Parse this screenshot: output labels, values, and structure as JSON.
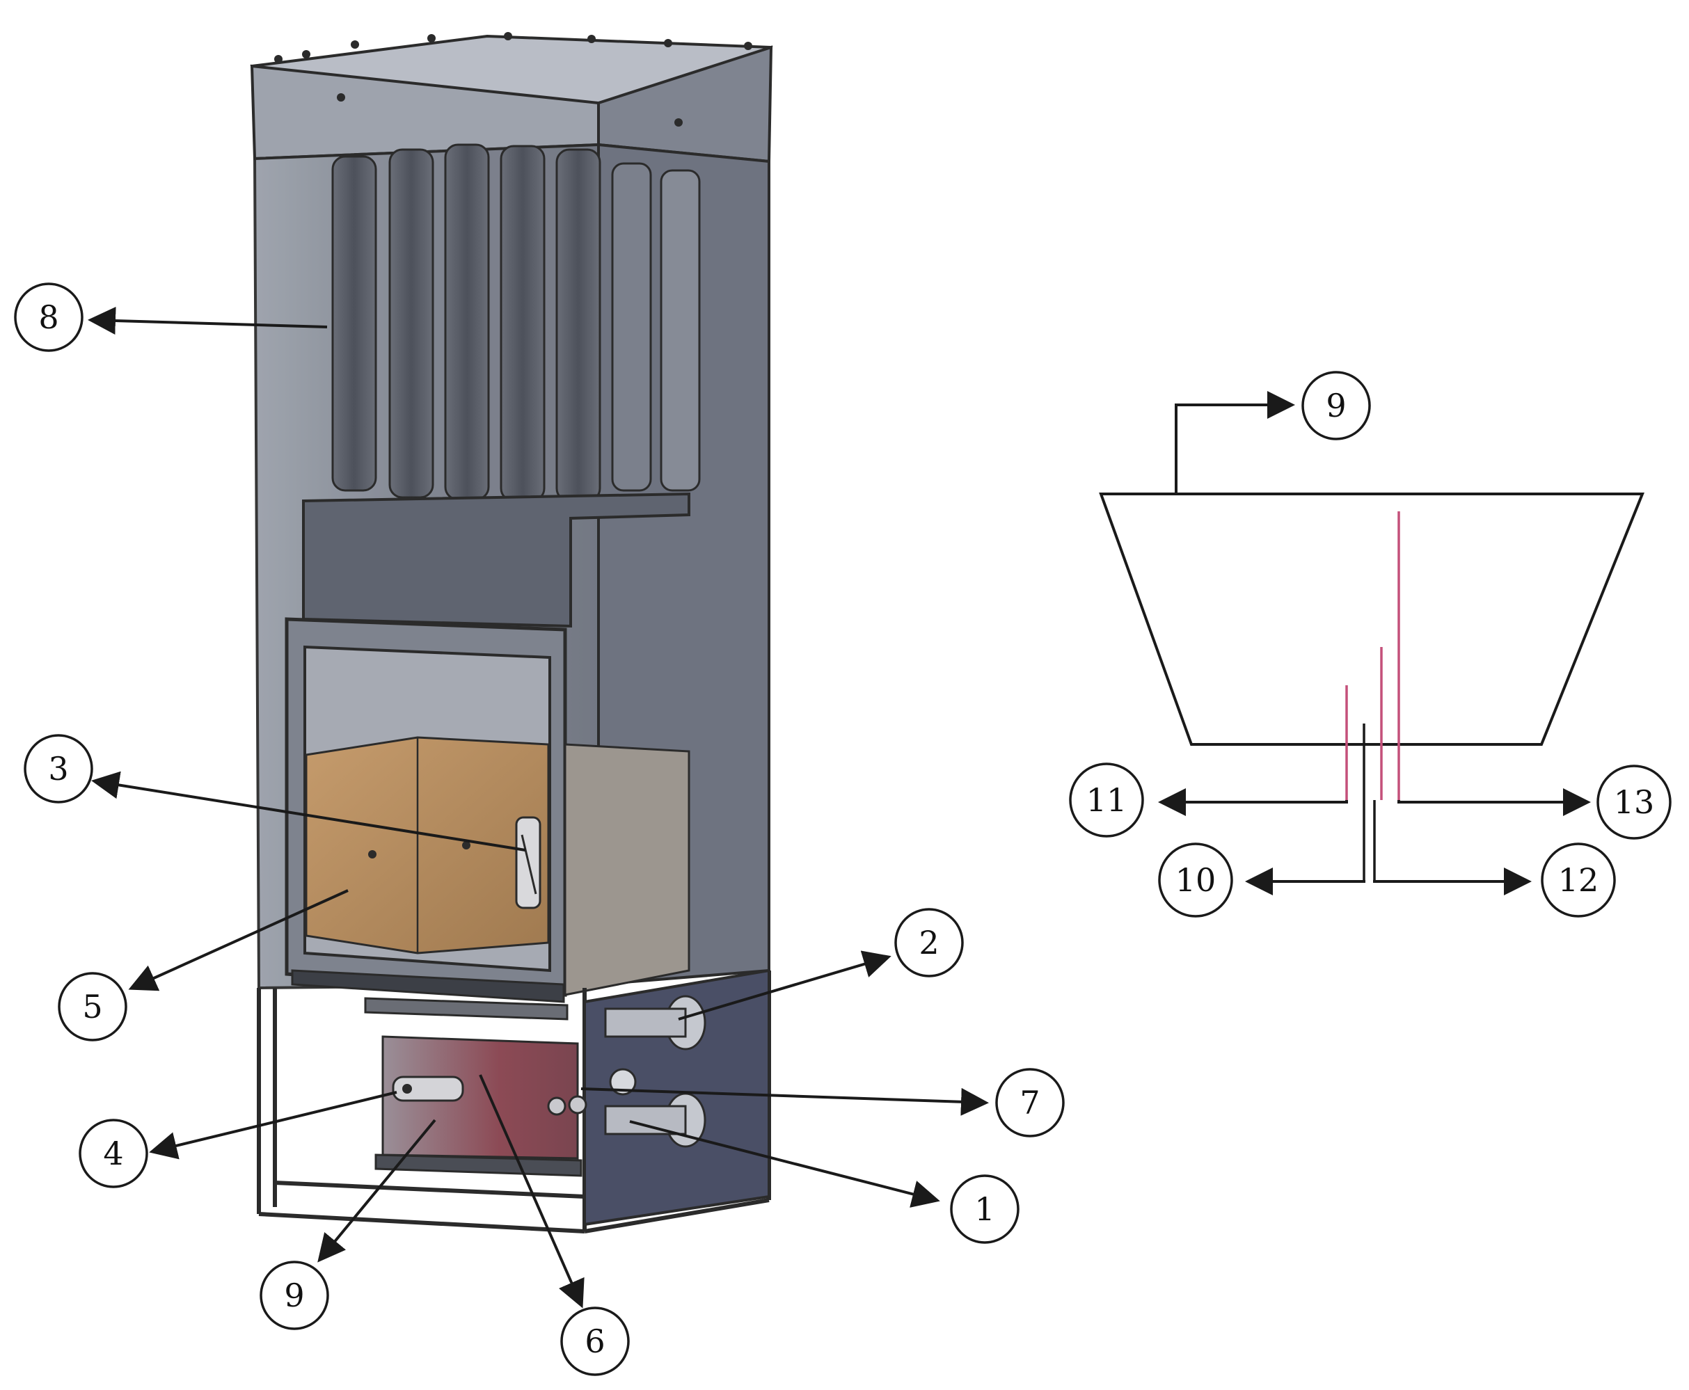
{
  "colors": {
    "frame": "#2b2b2b",
    "casing_fill": "#8a8f9a",
    "chamber_fill": "#b58a5c",
    "burner_fill": "#8c4a55",
    "probe_pink": "#c4507a",
    "arrow": "#1a1a1a"
  },
  "callouts": {
    "c1": "1",
    "c2": "2",
    "c3": "3",
    "c4": "4",
    "c5": "5",
    "c6": "6",
    "c7": "7",
    "c8": "8",
    "c9_stove": "9",
    "c9_schematic": "9",
    "c10": "10",
    "c11": "11",
    "c12": "12",
    "c13": "13"
  }
}
